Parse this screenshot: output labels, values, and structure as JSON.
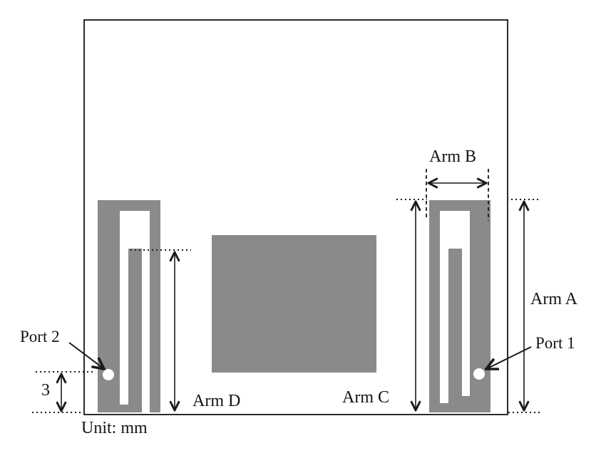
{
  "figure": {
    "unit_note": "Unit: mm",
    "labels": {
      "arm_a": "Arm A",
      "arm_b": "Arm B",
      "arm_c": "Arm C",
      "arm_d": "Arm D",
      "port_1": "Port 1",
      "port_2": "Port 2",
      "feed_gap_value": "3"
    },
    "colors": {
      "metal_gray": "#8a8a8a",
      "annotation_black": "#1a1a1a",
      "substrate_outline": "#2b2b2b",
      "background": "#ffffff"
    }
  }
}
